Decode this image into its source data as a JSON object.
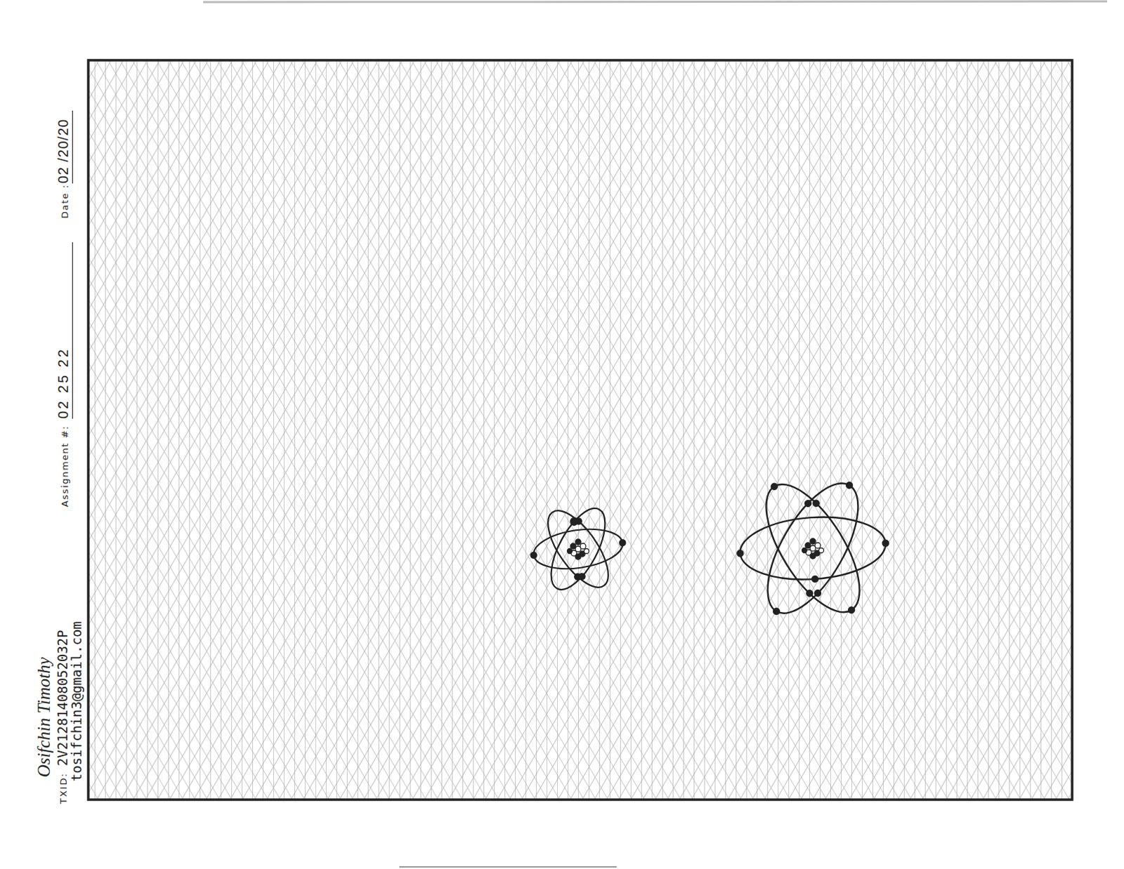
{
  "diagram": {
    "labels": [
      "Osifchin Timothy",
      "TXID:",
      "2V21281408052032P",
      "tosifchin3@gmail.com",
      "Assignment #:",
      "02 25 22",
      "Date :",
      "02 /20/20"
    ]
  }
}
